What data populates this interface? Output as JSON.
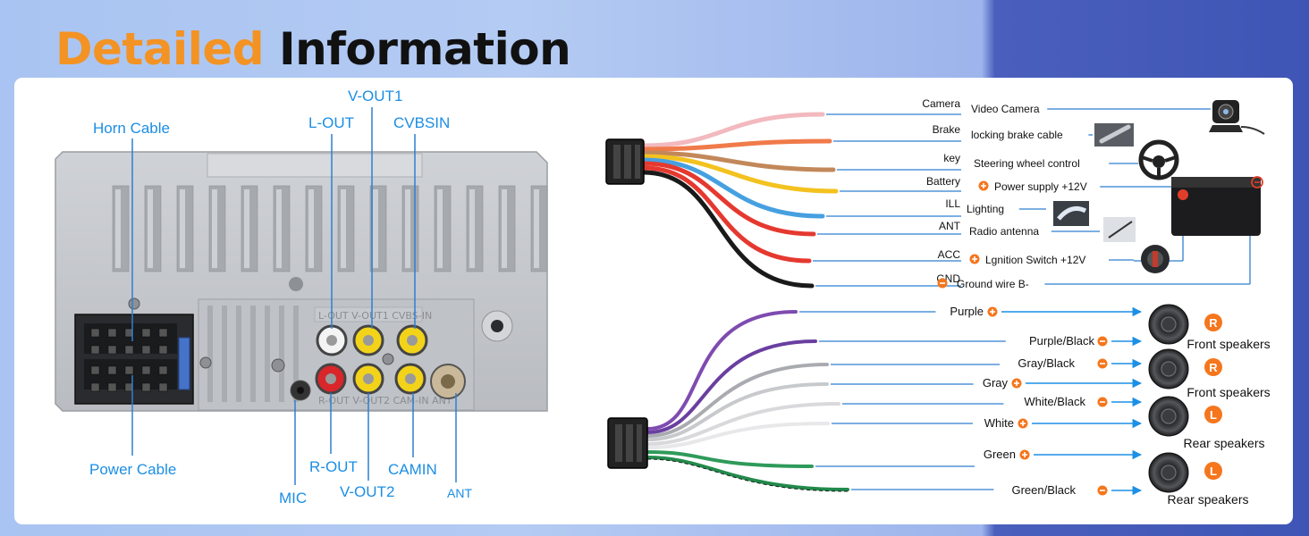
{
  "title": {
    "highlight": "Detailed",
    "rest": "Information"
  },
  "colors": {
    "accent": "#f39324",
    "label_blue": "#1b8ee4",
    "line_blue": "#2f7fd1",
    "arrow_blue": "#1c8fe6",
    "badge_orange": "#f5761d"
  },
  "unit_labels": {
    "horn_cable": "Horn Cable",
    "power_cable": "Power Cable",
    "v_out1": "V-OUT1",
    "l_out": "L-OUT",
    "cvbsin": "CVBSIN",
    "mic": "MIC",
    "r_out": "R-OUT",
    "v_out2": "V-OUT2",
    "camin": "CAMIN",
    "ant": "ANT"
  },
  "power_wires": [
    {
      "label": "Camera",
      "description": "Video Camera",
      "polarity": "",
      "color": "#f2b9be",
      "icon": "camera-icon"
    },
    {
      "label": "Brake",
      "description": "locking brake cable",
      "polarity": "",
      "color": "#f07a4a",
      "icon": "handbrake-icon"
    },
    {
      "label": "key",
      "description": "Steering wheel control",
      "polarity": "",
      "color": "#c2885a",
      "icon": "steering-wheel-icon"
    },
    {
      "label": "Battery",
      "description": "Power supply +12V",
      "polarity": "plus",
      "color": "#f3c21f",
      "icon": "battery-icon"
    },
    {
      "label": "ILL",
      "description": "Lighting",
      "polarity": "",
      "color": "#46a0e0",
      "icon": "headlight-icon"
    },
    {
      "label": "ANT",
      "description": "Radio antenna",
      "polarity": "",
      "color": "#e53930",
      "icon": "antenna-icon"
    },
    {
      "label": "ACC",
      "description": "Lgnition Switch +12V",
      "polarity": "plus",
      "color": "#e53930",
      "icon": "ignition-icon"
    },
    {
      "label": "GND",
      "description": "Ground wire B-",
      "polarity": "minus",
      "color": "#1a1a1a",
      "icon": ""
    }
  ],
  "speaker_wires": [
    {
      "label": "Purple",
      "polarity": "plus",
      "color": "#7e4bb0"
    },
    {
      "label": "Purple/Black",
      "polarity": "minus",
      "color": "#6a3fa0"
    },
    {
      "label": "Gray/Black",
      "polarity": "minus",
      "color": "#a9abb0"
    },
    {
      "label": "Gray",
      "polarity": "plus",
      "color": "#c7c9cd"
    },
    {
      "label": "White/Black",
      "polarity": "minus",
      "color": "#d9d9dc"
    },
    {
      "label": "White",
      "polarity": "plus",
      "color": "#e8e8ea"
    },
    {
      "label": "Green",
      "polarity": "plus",
      "color": "#2f9a5a"
    },
    {
      "label": "Green/Black",
      "polarity": "minus",
      "color": "#228a4c"
    }
  ],
  "speakers": [
    {
      "name": "Front speakers",
      "badge": "R"
    },
    {
      "name": "Front speakers",
      "badge": "R"
    },
    {
      "name": "Rear speakers",
      "badge": "L"
    },
    {
      "name": "Rear speakers",
      "badge": "L"
    }
  ],
  "unit_port_labels": [
    "L-OUT",
    "V-OUT1",
    "CVBS-IN",
    "R-OUT",
    "V-OUT2",
    "CAM-IN",
    "ANT"
  ]
}
